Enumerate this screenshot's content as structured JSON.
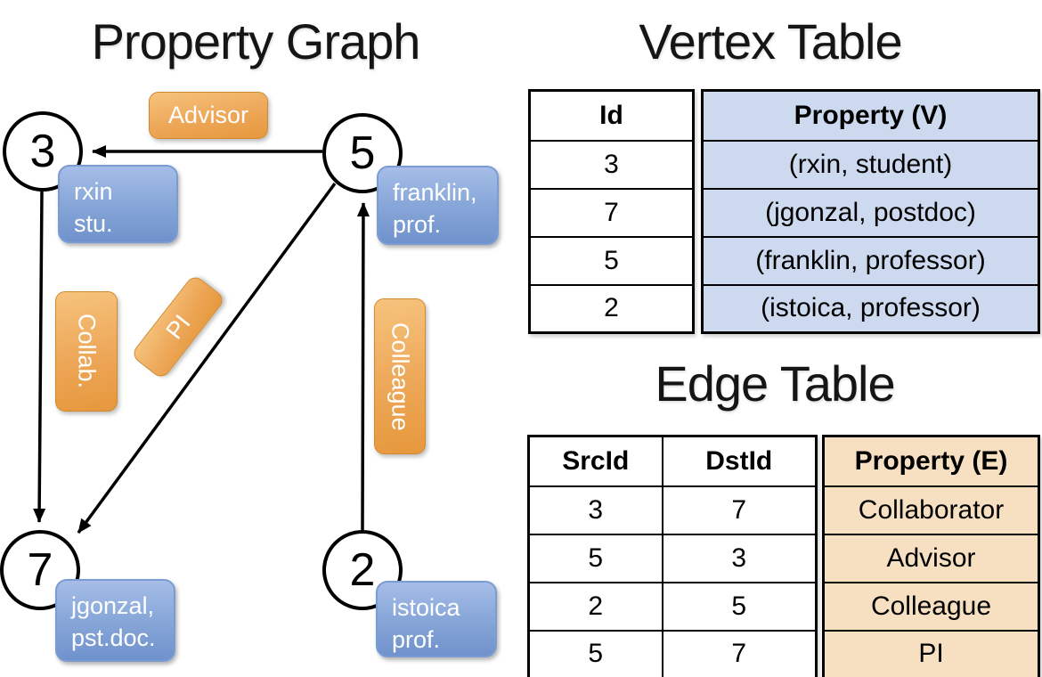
{
  "titles": {
    "graph": "Property Graph",
    "vertex_table": "Vertex Table",
    "edge_table": "Edge Table"
  },
  "graph": {
    "nodes": [
      {
        "id": "3",
        "property_line1": "rxin",
        "property_line2": "stu."
      },
      {
        "id": "5",
        "property_line1": "franklin,",
        "property_line2": "prof."
      },
      {
        "id": "7",
        "property_line1": "jgonzal,",
        "property_line2": "pst.doc."
      },
      {
        "id": "2",
        "property_line1": "istoica",
        "property_line2": "prof."
      }
    ],
    "edges": [
      {
        "src": "5",
        "dst": "3",
        "label": "Advisor"
      },
      {
        "src": "3",
        "dst": "7",
        "label": "Collab."
      },
      {
        "src": "5",
        "dst": "7",
        "label": "PI"
      },
      {
        "src": "2",
        "dst": "5",
        "label": "Colleague"
      }
    ]
  },
  "vertex_table": {
    "headers": {
      "id": "Id",
      "property": "Property (V)"
    },
    "rows": [
      {
        "id": "3",
        "property": "(rxin, student)"
      },
      {
        "id": "7",
        "property": "(jgonzal, postdoc)"
      },
      {
        "id": "5",
        "property": "(franklin, professor)"
      },
      {
        "id": "2",
        "property": "(istoica, professor)"
      }
    ]
  },
  "edge_table": {
    "headers": {
      "src": "SrcId",
      "dst": "DstId",
      "property": "Property (E)"
    },
    "rows": [
      {
        "src": "3",
        "dst": "7",
        "property": "Collaborator"
      },
      {
        "src": "5",
        "dst": "3",
        "property": "Advisor"
      },
      {
        "src": "2",
        "dst": "5",
        "property": "Colleague"
      },
      {
        "src": "5",
        "dst": "7",
        "property": "PI"
      }
    ]
  },
  "colors": {
    "edge_label_orange_top": "#f6c37d",
    "edge_label_orange_bottom": "#e6983c",
    "vertex_box_blue_top": "#a6bde7",
    "vertex_box_blue_bottom": "#7092cc",
    "vertex_property_cell_bg": "#cdd9ef",
    "edge_property_cell_bg": "#f7dfc2",
    "table_border": "#000000",
    "node_stroke": "#000000",
    "label_text": "#ffffff"
  }
}
